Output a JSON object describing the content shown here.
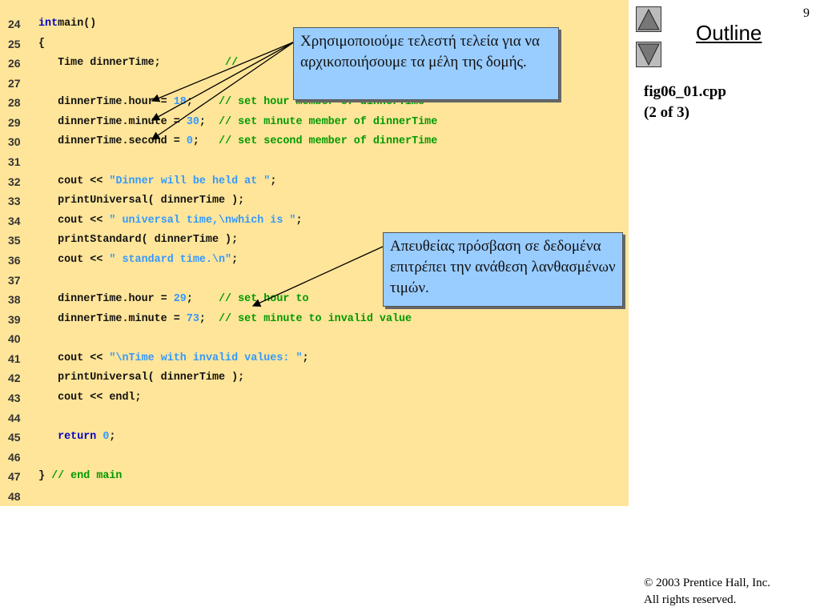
{
  "slide_number": "9",
  "outline_label": "Outline",
  "file_name": "fig06_01.cpp",
  "part": "(2 of 3)",
  "copyright": "© 2003 Prentice Hall, Inc.",
  "rights": "All rights reserved.",
  "callouts": [
    "Χρησιμοποιούμε τελεστή τελεία για να αρχικοποιήσουμε τα μέλη της δομής.",
    "Απευθείας πρόσβαση σε δεδομένα επιτρέπει την ανάθεση λανθασμένων τιμών."
  ],
  "code": [
    {
      "n": "24",
      "parts": [
        [
          "kw",
          "int"
        ],
        [
          "",
          "main()"
        ]
      ]
    },
    {
      "n": "25",
      "parts": [
        [
          "",
          "{"
        ]
      ]
    },
    {
      "n": "26",
      "parts": [
        [
          "",
          "   Time dinnerTime;          "
        ],
        [
          "cm",
          "//"
        ]
      ]
    },
    {
      "n": "27",
      "parts": []
    },
    {
      "n": "28",
      "parts": [
        [
          "",
          "   dinnerTime.hour = "
        ],
        [
          "num",
          "18"
        ],
        [
          "",
          ";    "
        ],
        [
          "cm",
          "// set hour member of dinnerTime"
        ]
      ]
    },
    {
      "n": "29",
      "parts": [
        [
          "",
          "   dinnerTime.minute = "
        ],
        [
          "num",
          "30"
        ],
        [
          "",
          ";  "
        ],
        [
          "cm",
          "// set minute member of dinnerTime"
        ]
      ]
    },
    {
      "n": "30",
      "parts": [
        [
          "",
          "   dinnerTime.second = "
        ],
        [
          "num",
          "0"
        ],
        [
          "",
          ";   "
        ],
        [
          "cm",
          "// set second member of dinnerTime"
        ]
      ]
    },
    {
      "n": "31",
      "parts": []
    },
    {
      "n": "32",
      "parts": [
        [
          "",
          "   cout << "
        ],
        [
          "str",
          "\"Dinner will be held at \""
        ],
        [
          "",
          ";"
        ]
      ]
    },
    {
      "n": "33",
      "parts": [
        [
          "",
          "   printUniversal( dinnerTime );"
        ]
      ]
    },
    {
      "n": "34",
      "parts": [
        [
          "",
          "   cout << "
        ],
        [
          "str",
          "\" universal time,\\nwhich is \""
        ],
        [
          "",
          ";"
        ]
      ]
    },
    {
      "n": "35",
      "parts": [
        [
          "",
          "   printStandard( dinnerTime );"
        ]
      ]
    },
    {
      "n": "36",
      "parts": [
        [
          "",
          "   cout << "
        ],
        [
          "str",
          "\" standard time.\\n\""
        ],
        [
          "",
          ";"
        ]
      ]
    },
    {
      "n": "37",
      "parts": []
    },
    {
      "n": "38",
      "parts": [
        [
          "",
          "   dinnerTime.hour = "
        ],
        [
          "num",
          "29"
        ],
        [
          "",
          ";    "
        ],
        [
          "cm",
          "// set hour to"
        ]
      ]
    },
    {
      "n": "39",
      "parts": [
        [
          "",
          "   dinnerTime.minute = "
        ],
        [
          "num",
          "73"
        ],
        [
          "",
          ";  "
        ],
        [
          "cm",
          "// set minute to invalid value"
        ]
      ]
    },
    {
      "n": "40",
      "parts": []
    },
    {
      "n": "41",
      "parts": [
        [
          "",
          "   cout << "
        ],
        [
          "str",
          "\"\\nTime with invalid values: \""
        ],
        [
          "",
          ";"
        ]
      ]
    },
    {
      "n": "42",
      "parts": [
        [
          "",
          "   printUniversal( dinnerTime );"
        ]
      ]
    },
    {
      "n": "43",
      "parts": [
        [
          "",
          "   cout << endl;"
        ]
      ]
    },
    {
      "n": "44",
      "parts": []
    },
    {
      "n": "45",
      "parts": [
        [
          "",
          "   "
        ],
        [
          "kw",
          "return"
        ],
        [
          "",
          " "
        ],
        [
          "num",
          "0"
        ],
        [
          "",
          ";"
        ]
      ]
    },
    {
      "n": "46",
      "parts": []
    },
    {
      "n": "47",
      "parts": [
        [
          "",
          "} "
        ],
        [
          "cm",
          "// end main"
        ]
      ]
    },
    {
      "n": "48",
      "parts": []
    }
  ]
}
